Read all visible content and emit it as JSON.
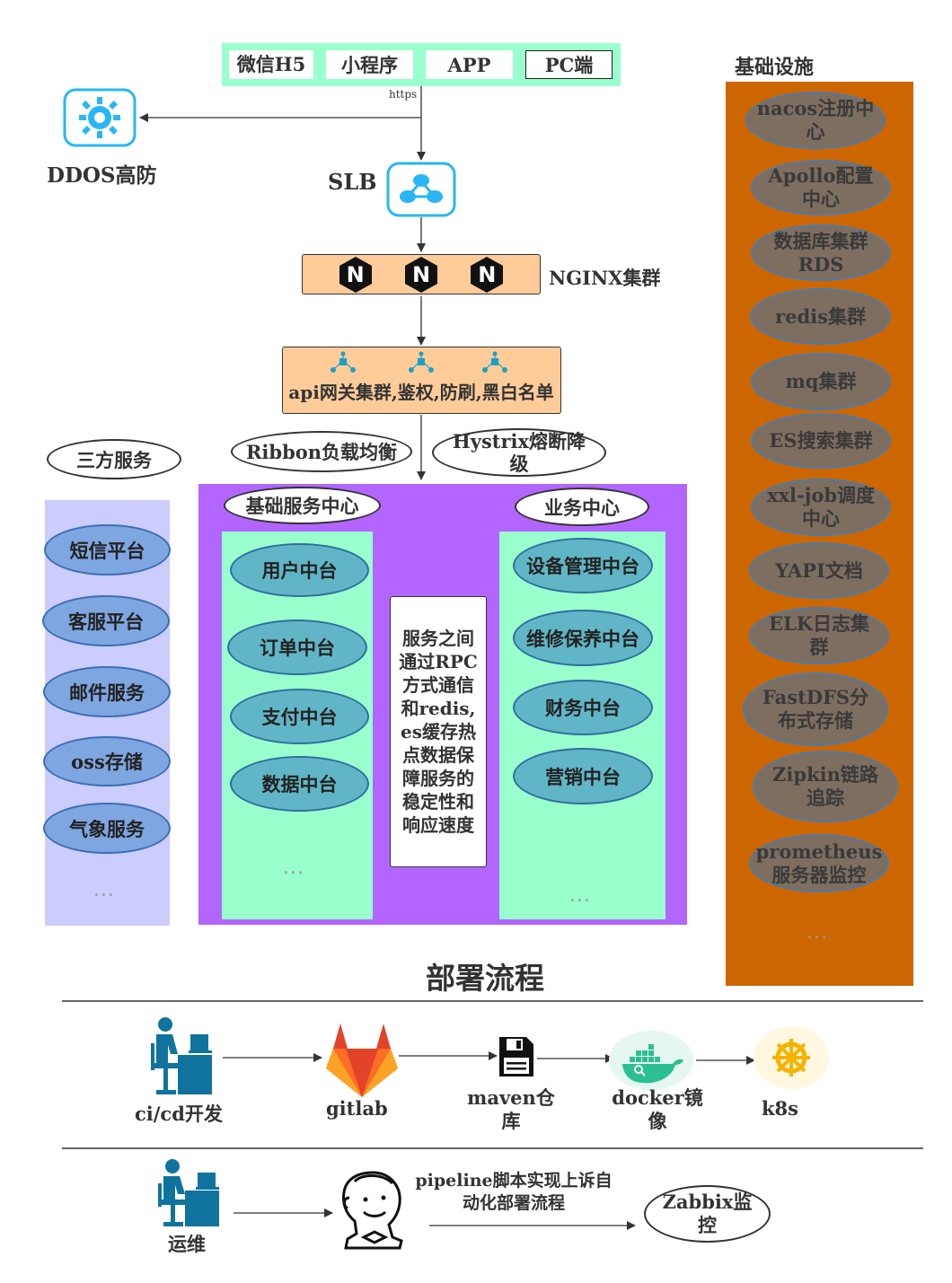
{
  "clients": [
    "微信H5",
    "小程序",
    "APP",
    "PC端"
  ],
  "https_label": "https",
  "ddos_label": "DDOS高防",
  "slb_label": "SLB",
  "nginx_label": "NGINX集群",
  "nginx_glyph": "N",
  "gateway_label": "api网关集群,鉴权,防刷,黑白名单",
  "ribbon_label": "Ribbon负载均衡",
  "hystrix_label": "Hystrix熔断降级",
  "third_party": {
    "title": "三方服务",
    "items": [
      "短信平台",
      "客服平台",
      "邮件服务",
      "oss存储",
      "气象服务"
    ],
    "more": "..."
  },
  "base_services": {
    "title": "基础服务中心",
    "items": [
      "用户中台",
      "订单中台",
      "支付中台",
      "数据中台"
    ],
    "more": "..."
  },
  "rpc_note": "服务之间通过RPC方式通信和redis,es缓存热点数据保障服务的稳定性和响应速度",
  "business": {
    "title": "业务中心",
    "items": [
      "设备管理中台",
      "维修保养中台",
      "财务中台",
      "营销中台"
    ],
    "more": "..."
  },
  "infrastructure": {
    "title": "基础设施",
    "items": [
      "nacos注册中心",
      "Apollo配置中心",
      "数据库集群RDS",
      "redis集群",
      "mq集群",
      "ES搜索集群",
      "xxl-job调度中心",
      "YAPI文档",
      "ELK日志集群",
      "FastDFS分布式存储",
      "Zipkin链路追踪",
      "prometheus 服务器监控"
    ],
    "more": "..."
  },
  "deploy": {
    "title": "部署流程",
    "steps": [
      "ci/cd开发",
      "gitlab",
      "maven仓库",
      "docker镜像",
      "k8s"
    ],
    "ops_label": "运维",
    "pipeline_label": "pipeline脚本实现上诉自动化部署流程",
    "zabbix_label": "Zabbix监控"
  },
  "colors": {
    "client_bar": "#99ffcc",
    "nginx_bg": "#ffcc99",
    "gateway_bg": "#ffcc99",
    "service_area": "#b266ff",
    "service_panel": "#99ffcc",
    "third_panel": "#ccccff",
    "infra_panel": "#cc6600",
    "icon_blue": "#29b6f6",
    "user_icon": "#10739e"
  }
}
